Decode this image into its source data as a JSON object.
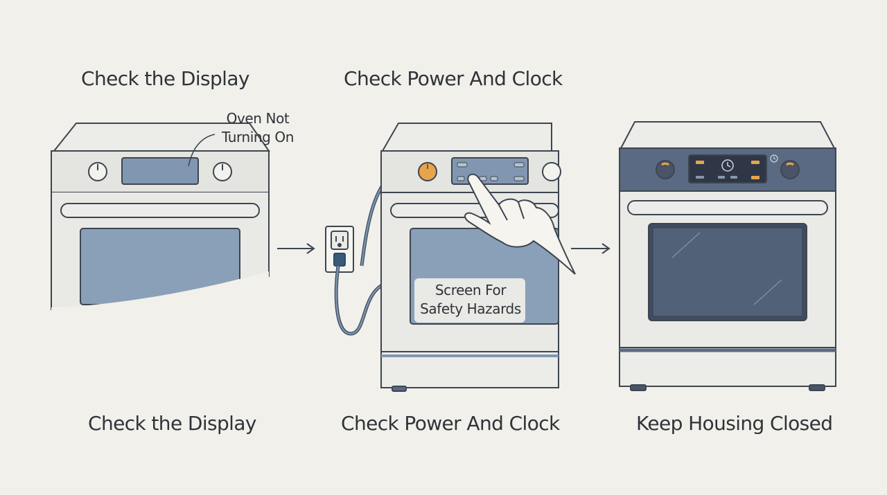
{
  "steps": [
    {
      "top_title": "Check the Display",
      "bottom_title": "Check the Display",
      "callout": [
        "Oven Not",
        "Turning On"
      ]
    },
    {
      "top_title": "Check Power And Clock",
      "bottom_title": "Check Power And Clock",
      "callout": [
        "Screen For",
        "Safety Hazards"
      ]
    },
    {
      "bottom_title": "Keep Housing Closed"
    }
  ],
  "colors": {
    "background": "#f1f0ea",
    "panel_blue": "#8196b0",
    "window_blue": "#8aa0b8",
    "dark_panel": "#5a6a82",
    "knob_orange": "#e8a44a",
    "outline": "#3d4550"
  },
  "icons": [
    "arrow-right-icon",
    "outlet-icon",
    "plug-icon",
    "pointing-hand-icon",
    "clock-icon"
  ]
}
